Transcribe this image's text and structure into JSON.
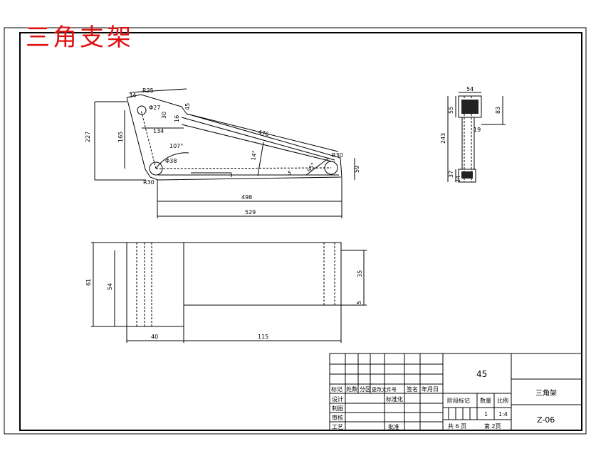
{
  "drawing_title": "三角支架",
  "front_view": {
    "dims": {
      "d227": "227",
      "d165": "165",
      "d134": "134",
      "d476": "476",
      "d498": "498",
      "d529": "529",
      "d59": "59",
      "r35": "R35",
      "r30_right": "R30",
      "r30_left": "R30",
      "d34": "34",
      "phi27": "Φ27",
      "phi38": "Φ38",
      "a107": "107°",
      "a14": "14°",
      "a55": "55°",
      "d5": "5",
      "d45": "45",
      "d16": "16",
      "d30": "30"
    }
  },
  "top_view": {
    "dims": {
      "d61": "61",
      "d54": "54",
      "d40": "40",
      "d115": "115",
      "d35": "35",
      "d5": "5"
    }
  },
  "side_view": {
    "dims": {
      "d54": "54",
      "d55": "55",
      "d83": "83",
      "d19": "19",
      "d243": "243",
      "d37": "37",
      "d24": "24"
    }
  },
  "title_block": {
    "material": "45",
    "part_name": "三角架",
    "drawing_no": "Z-06",
    "headers": {
      "mark": "标记",
      "count": "处数",
      "zone": "分区",
      "change_doc": "更改文件号",
      "sign": "签名",
      "date": "年月日",
      "design": "设计",
      "standardize": "标准化",
      "draw": "制图",
      "review": "审核",
      "process": "工艺",
      "approve": "批准",
      "stage_mark": "阶段标记",
      "quantity": "数量",
      "scale": "比例"
    },
    "quantity_value": "1",
    "scale_value": "1:4",
    "sheets_total": "共 6 页",
    "sheet_no": "第 2页"
  }
}
